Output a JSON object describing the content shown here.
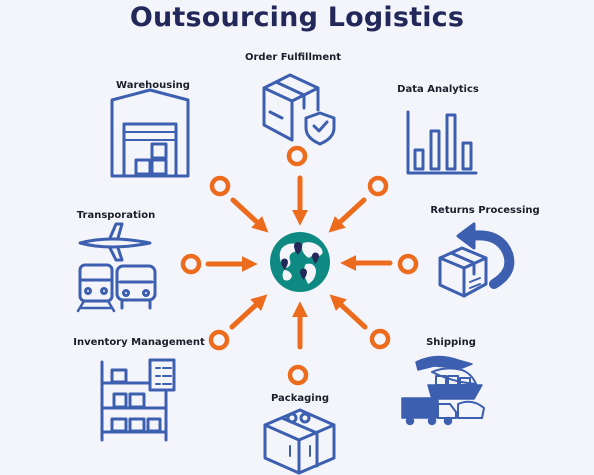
{
  "title": "Outsourcing Logistics",
  "nodes": [
    {
      "id": "order-fulfillment",
      "label": "Order Fulfillment",
      "icon": "package-shield-icon"
    },
    {
      "id": "data-analytics",
      "label": "Data Analytics",
      "icon": "bar-chart-icon"
    },
    {
      "id": "returns-processing",
      "label": "Returns Processing",
      "icon": "return-box-icon"
    },
    {
      "id": "shipping",
      "label": "Shipping",
      "icon": "cargo-ship-plane-icon"
    },
    {
      "id": "packaging",
      "label": "Packaging",
      "icon": "box-icon"
    },
    {
      "id": "inventory-management",
      "label": "Inventory Management",
      "icon": "shelves-clipboard-icon"
    },
    {
      "id": "transporation",
      "label": "Transporation",
      "icon": "plane-train-bus-icon"
    },
    {
      "id": "warehousing",
      "label": "Warehousing",
      "icon": "warehouse-icon"
    }
  ],
  "center_icon": "globe-icon",
  "colors": {
    "title": "#23285a",
    "arrow": "#ec6b1d",
    "icon": "#3d5fb0",
    "globe": "#0f8a83",
    "background": "#f4f5fa"
  }
}
